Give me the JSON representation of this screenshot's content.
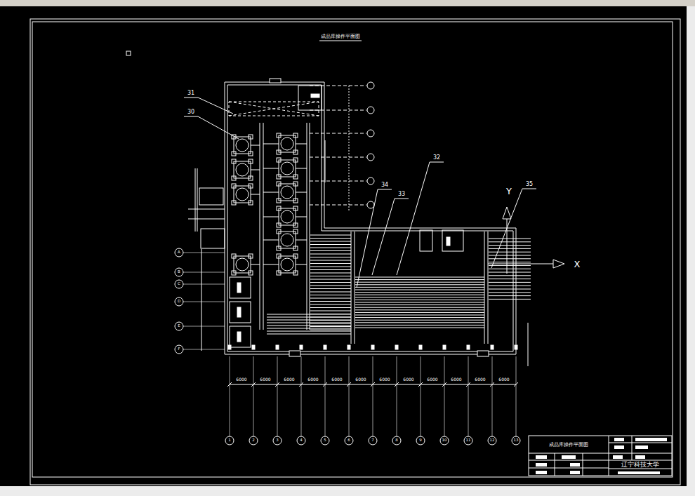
{
  "diagram": {
    "title": "成品库操作平面图",
    "labels": [
      "31",
      "30",
      "32",
      "34",
      "33",
      "35",
      "Y",
      "X",
      "6000",
      "6000",
      "6000",
      "6000",
      "6000",
      "6000",
      "6000",
      "6000",
      "6000",
      "6000",
      "6000",
      "6000",
      "1",
      "2",
      "3",
      "4",
      "5",
      "6",
      "7",
      "8",
      "9",
      "10",
      "11",
      "12",
      "13",
      "A",
      "B",
      "C",
      "D",
      "E",
      "F",
      "成品库操作平面图",
      "辽宁科技大学"
    ]
  }
}
